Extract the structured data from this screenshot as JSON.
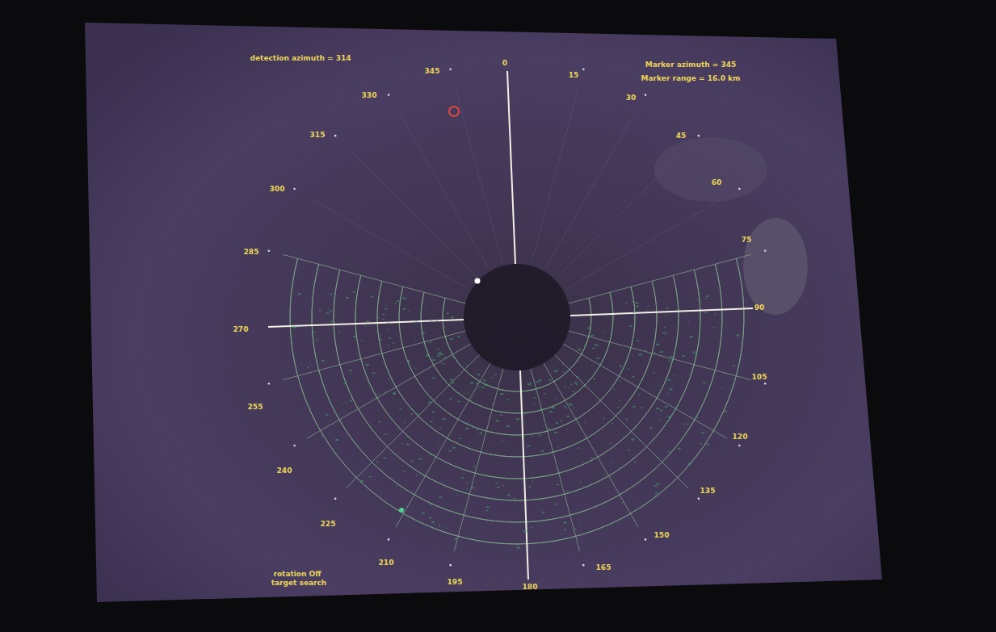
{
  "diagram": {
    "labels": [
      "detection azimuth = 314",
      "Marker azimuth = 345",
      "Marker range = 16.0 km",
      "0",
      "15",
      "30",
      "45",
      "60",
      "75",
      "90",
      "105",
      "120",
      "135",
      "150",
      "165",
      "180",
      "195",
      "210",
      "225",
      "240",
      "255",
      "270",
      "285",
      "300",
      "315",
      "330",
      "345",
      "rotation Off",
      "target search"
    ]
  }
}
